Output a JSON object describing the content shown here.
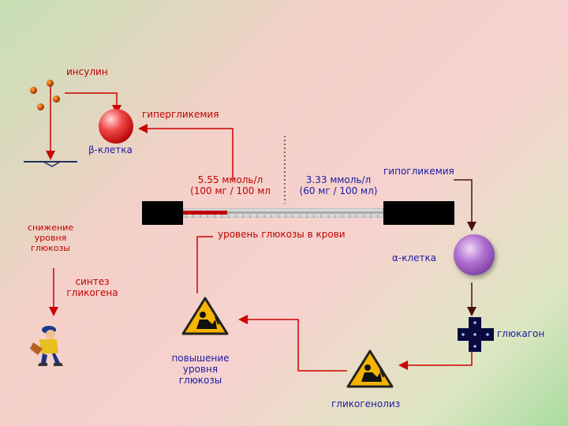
{
  "labels": {
    "insulin": "инсулин",
    "hyperglycemia": "гипергликемия",
    "beta_cell": "β-клетка",
    "threshold_high_line1": "5.55 ммоль/л",
    "threshold_high_line2": "(100 мг / 100 мл",
    "threshold_low_line1": "3.33 ммоль/л",
    "threshold_low_line2": "(60 мг / 100 мл)",
    "hypoglycemia": "гипогликемия",
    "blood_glucose_level": "уровень глюкозы в крови",
    "decrease_line1": "снижение",
    "decrease_line2": "уровня",
    "decrease_line3": "глюкозы",
    "alpha_cell": "α-клетка",
    "glycogen_synthesis_line1": "синтез",
    "glycogen_synthesis_line2": "гликогена",
    "glucagon": "глюкагон",
    "increase_line1": "повышение",
    "increase_line2": "уровня",
    "increase_line3": "глюкозы",
    "glycogenolysis": "гликогенолиз"
  },
  "colors": {
    "arrow_red": "#cc0000",
    "arrow_dark": "#4a1010",
    "text_red": "#c00000",
    "text_blue": "#1a1aa0"
  },
  "icons": [
    "insulin-molecule-icon",
    "beta-cell-sphere-icon",
    "alpha-cell-sphere-icon",
    "warning-sign-icon",
    "glucagon-molecule-icon",
    "worker-cartoon-icon"
  ]
}
